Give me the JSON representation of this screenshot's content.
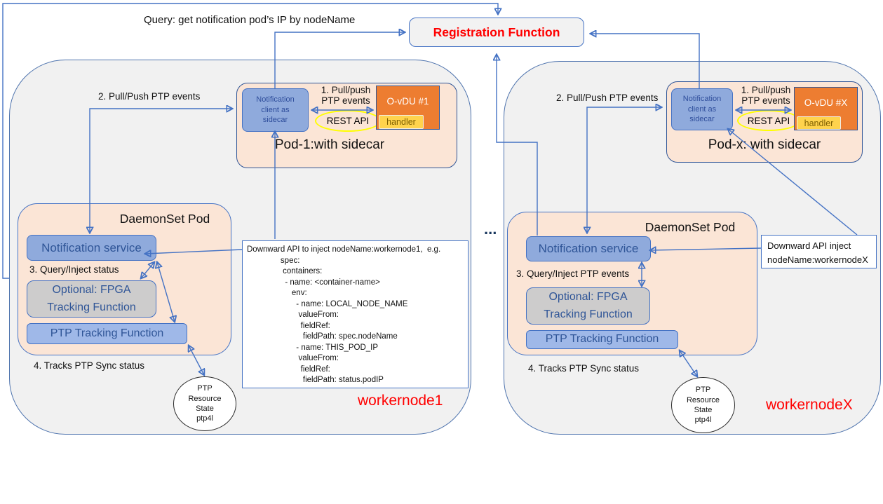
{
  "query_label": "Query: get notification pod’s IP by nodeName",
  "registration": {
    "label": "Registration Function"
  },
  "ellipsis": "...",
  "colors": {
    "arrow": "#4472c4",
    "node_fill": "#f1f1f1",
    "pod_fill": "#fbe5d6",
    "blue_box_fill": "#8faadc",
    "gray_box_fill": "#cdcccc",
    "orange_fill": "#ed7d31",
    "handler_yellow": "#ffd34d",
    "rest_api_highlight": "#ffff00",
    "red_text": "#ff0000"
  },
  "left_node": {
    "node_label": "workernode1",
    "pull_push_events_label": "2. Pull/Push PTP events",
    "pod": {
      "client_label": "Notification\nclient as\nsidecar",
      "pull_push_label": "1. Pull/push\nPTP events",
      "rest_api_label": "REST API",
      "ovdu_label": "O-vDU #1",
      "handler_label": "handler",
      "pod_label": "Pod-1:with sidecar"
    },
    "daemonset": {
      "title": "DaemonSet Pod",
      "notification_service_label": "Notification service",
      "query_inject_label": "3. Query/Inject status",
      "fpga_label": "Optional: FPGA\nTracking  Function",
      "ptp_tracking_label": "PTP Tracking Function"
    },
    "tracks_label": "4. Tracks PTP Sync status",
    "resource_state_label": "PTP\nResource\nState\nptp4l",
    "downward_api_text": "Downward API to inject nodeName:workernode1,  e.g.\n               spec:\n                containers:\n                 - name: <container-name>\n                    env:\n                      - name: LOCAL_NODE_NAME\n                       valueFrom:\n                        fieldRef:\n                         fieldPath: spec.nodeName\n                      - name: THIS_POD_IP\n                       valueFrom:\n                        fieldRef:\n                         fieldPath: status.podIP"
  },
  "right_node": {
    "node_label": "workernodeX",
    "pull_push_events_label": "2. Pull/Push PTP events",
    "pod": {
      "client_label": "Notification\nclient as\nsidecar",
      "pull_push_label": "1. Pull/push\nPTP events",
      "rest_api_label": "REST API",
      "ovdu_label": "O-vDU #X",
      "handler_label": "handler",
      "pod_label": "Pod-x: with sidecar"
    },
    "daemonset": {
      "title": "DaemonSet Pod",
      "notification_service_label": "Notification service",
      "query_inject_label": "3. Query/Inject PTP events",
      "fpga_label": "Optional: FPGA\nTracking Function",
      "ptp_tracking_label": "PTP Tracking Function"
    },
    "tracks_label": "4. Tracks PTP Sync status",
    "resource_state_label": "PTP\nResource\nState\nptp4l",
    "downward_api_text": "Downward API inject\nnodeName:workernodeX"
  }
}
